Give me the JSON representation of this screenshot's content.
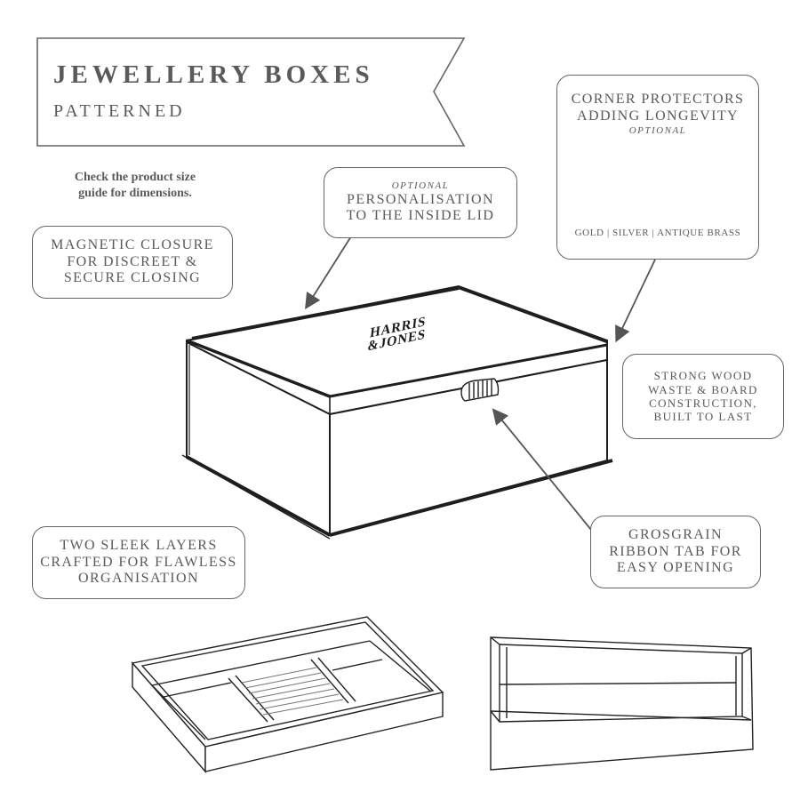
{
  "banner": {
    "title": "JEWELLERY BOXES",
    "subtitle": "PATTERNED"
  },
  "size_note": {
    "line1": "Check the product size",
    "line2": "guide for dimensions."
  },
  "callouts": {
    "personalisation": {
      "optional": "OPTIONAL",
      "line1": "PERSONALISATION",
      "line2": "TO THE INSIDE LID"
    },
    "corner": {
      "line1": "CORNER PROTECTORS",
      "line2": "ADDING LONGEVITY",
      "optional": "OPTIONAL",
      "finishes": "GOLD | SILVER | ANTIQUE BRASS"
    },
    "magnetic": {
      "line1": "MAGNETIC CLOSURE",
      "line2": "FOR DISCREET &",
      "line3": "SECURE CLOSING"
    },
    "wood": {
      "line1": "STRONG WOOD",
      "line2": "WASTE & BOARD",
      "line3": "CONSTRUCTION,",
      "line4": "BUILT TO LAST"
    },
    "grosgrain": {
      "line1": "GROSGRAIN",
      "line2": "RIBBON TAB FOR",
      "line3": "EASY OPENING"
    },
    "layers": {
      "line1": "TWO SLEEK LAYERS",
      "line2": "CRAFTED FOR FLAWLESS",
      "line3": "ORGANISATION"
    }
  },
  "box_logo": {
    "line1": "HARRIS",
    "line2": "&JONES"
  },
  "colors": {
    "outline": "#222222",
    "callout_border": "#666666",
    "gold": "#c8a64a",
    "silver": "#c8c8c8",
    "antique_brass": "#8a7440"
  }
}
